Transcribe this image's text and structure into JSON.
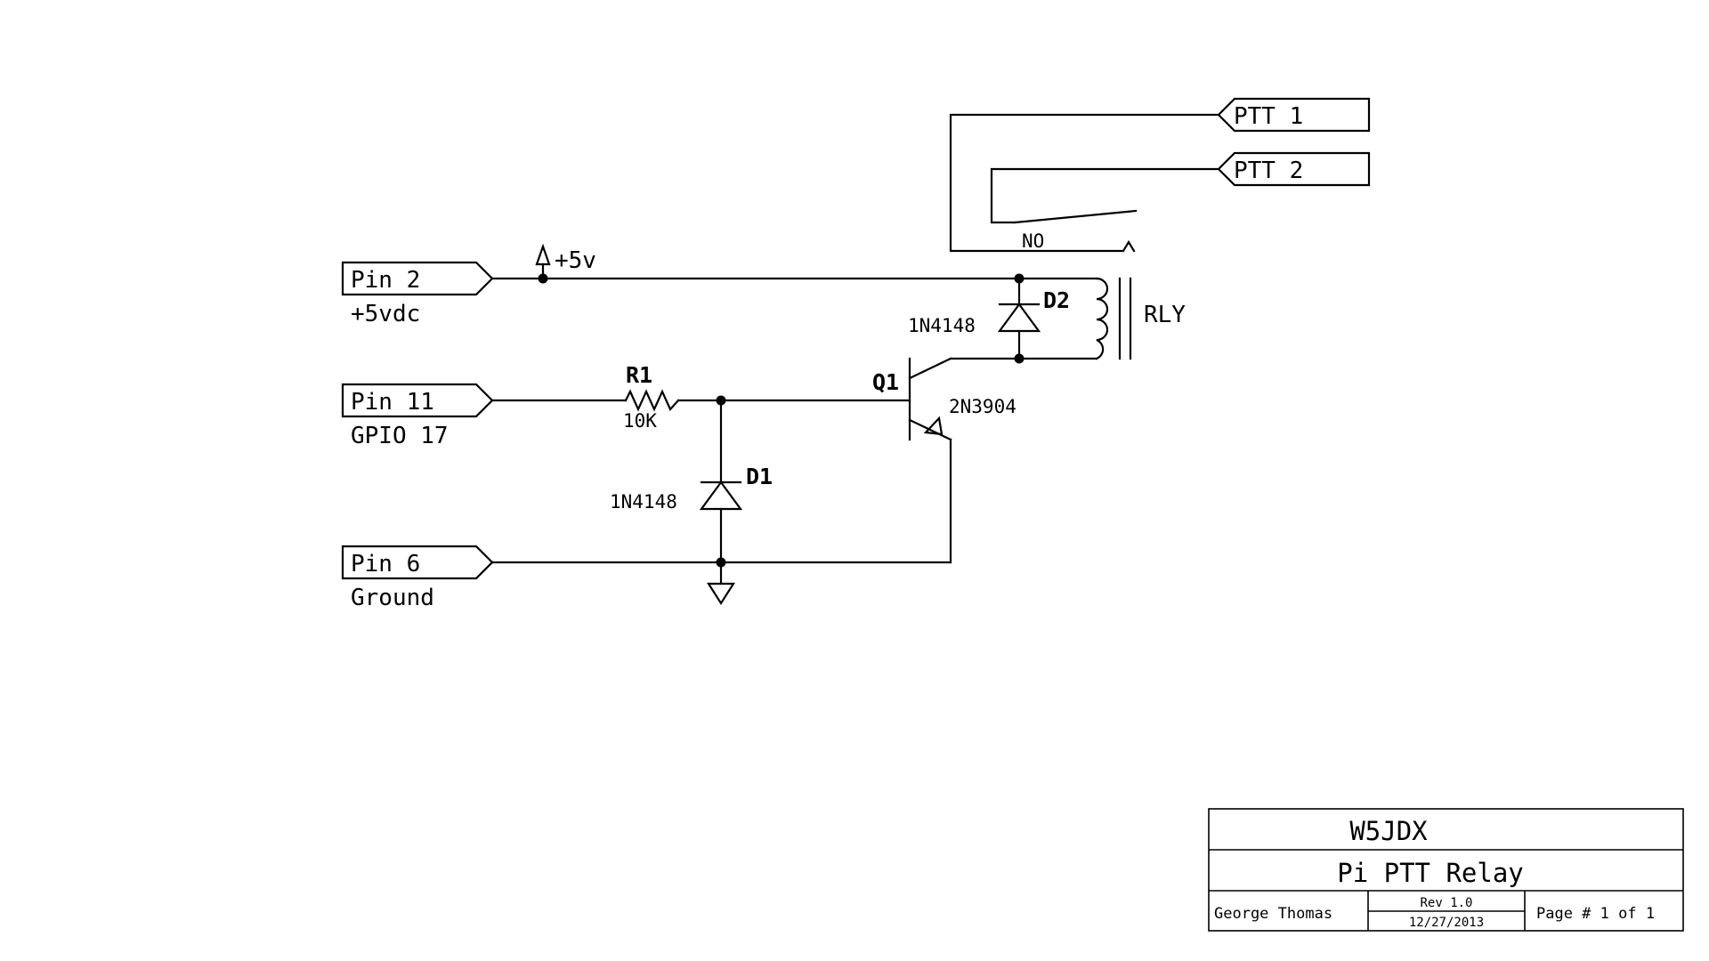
{
  "connectors": {
    "pin2": {
      "label": "Pin 2",
      "sublabel": "+5vdc"
    },
    "pin11": {
      "label": "Pin 11",
      "sublabel": "GPIO 17"
    },
    "pin6": {
      "label": "Pin 6",
      "sublabel": "Ground"
    },
    "ptt1": {
      "label": "PTT 1"
    },
    "ptt2": {
      "label": "PTT 2"
    }
  },
  "power": {
    "label": "+5v"
  },
  "components": {
    "r1": {
      "ref": "R1",
      "value": "10K"
    },
    "d1": {
      "ref": "D1",
      "part": "1N4148"
    },
    "d2": {
      "ref": "D2",
      "part": "1N4148"
    },
    "q1": {
      "ref": "Q1",
      "part": "2N3904"
    },
    "relay": {
      "ref": "RLY",
      "contact": "NO"
    }
  },
  "title_block": {
    "company": "W5JDX",
    "title": "Pi PTT Relay",
    "author": "George Thomas",
    "revision": "Rev 1.0",
    "date": "12/27/2013",
    "page": "Page # 1 of 1"
  }
}
